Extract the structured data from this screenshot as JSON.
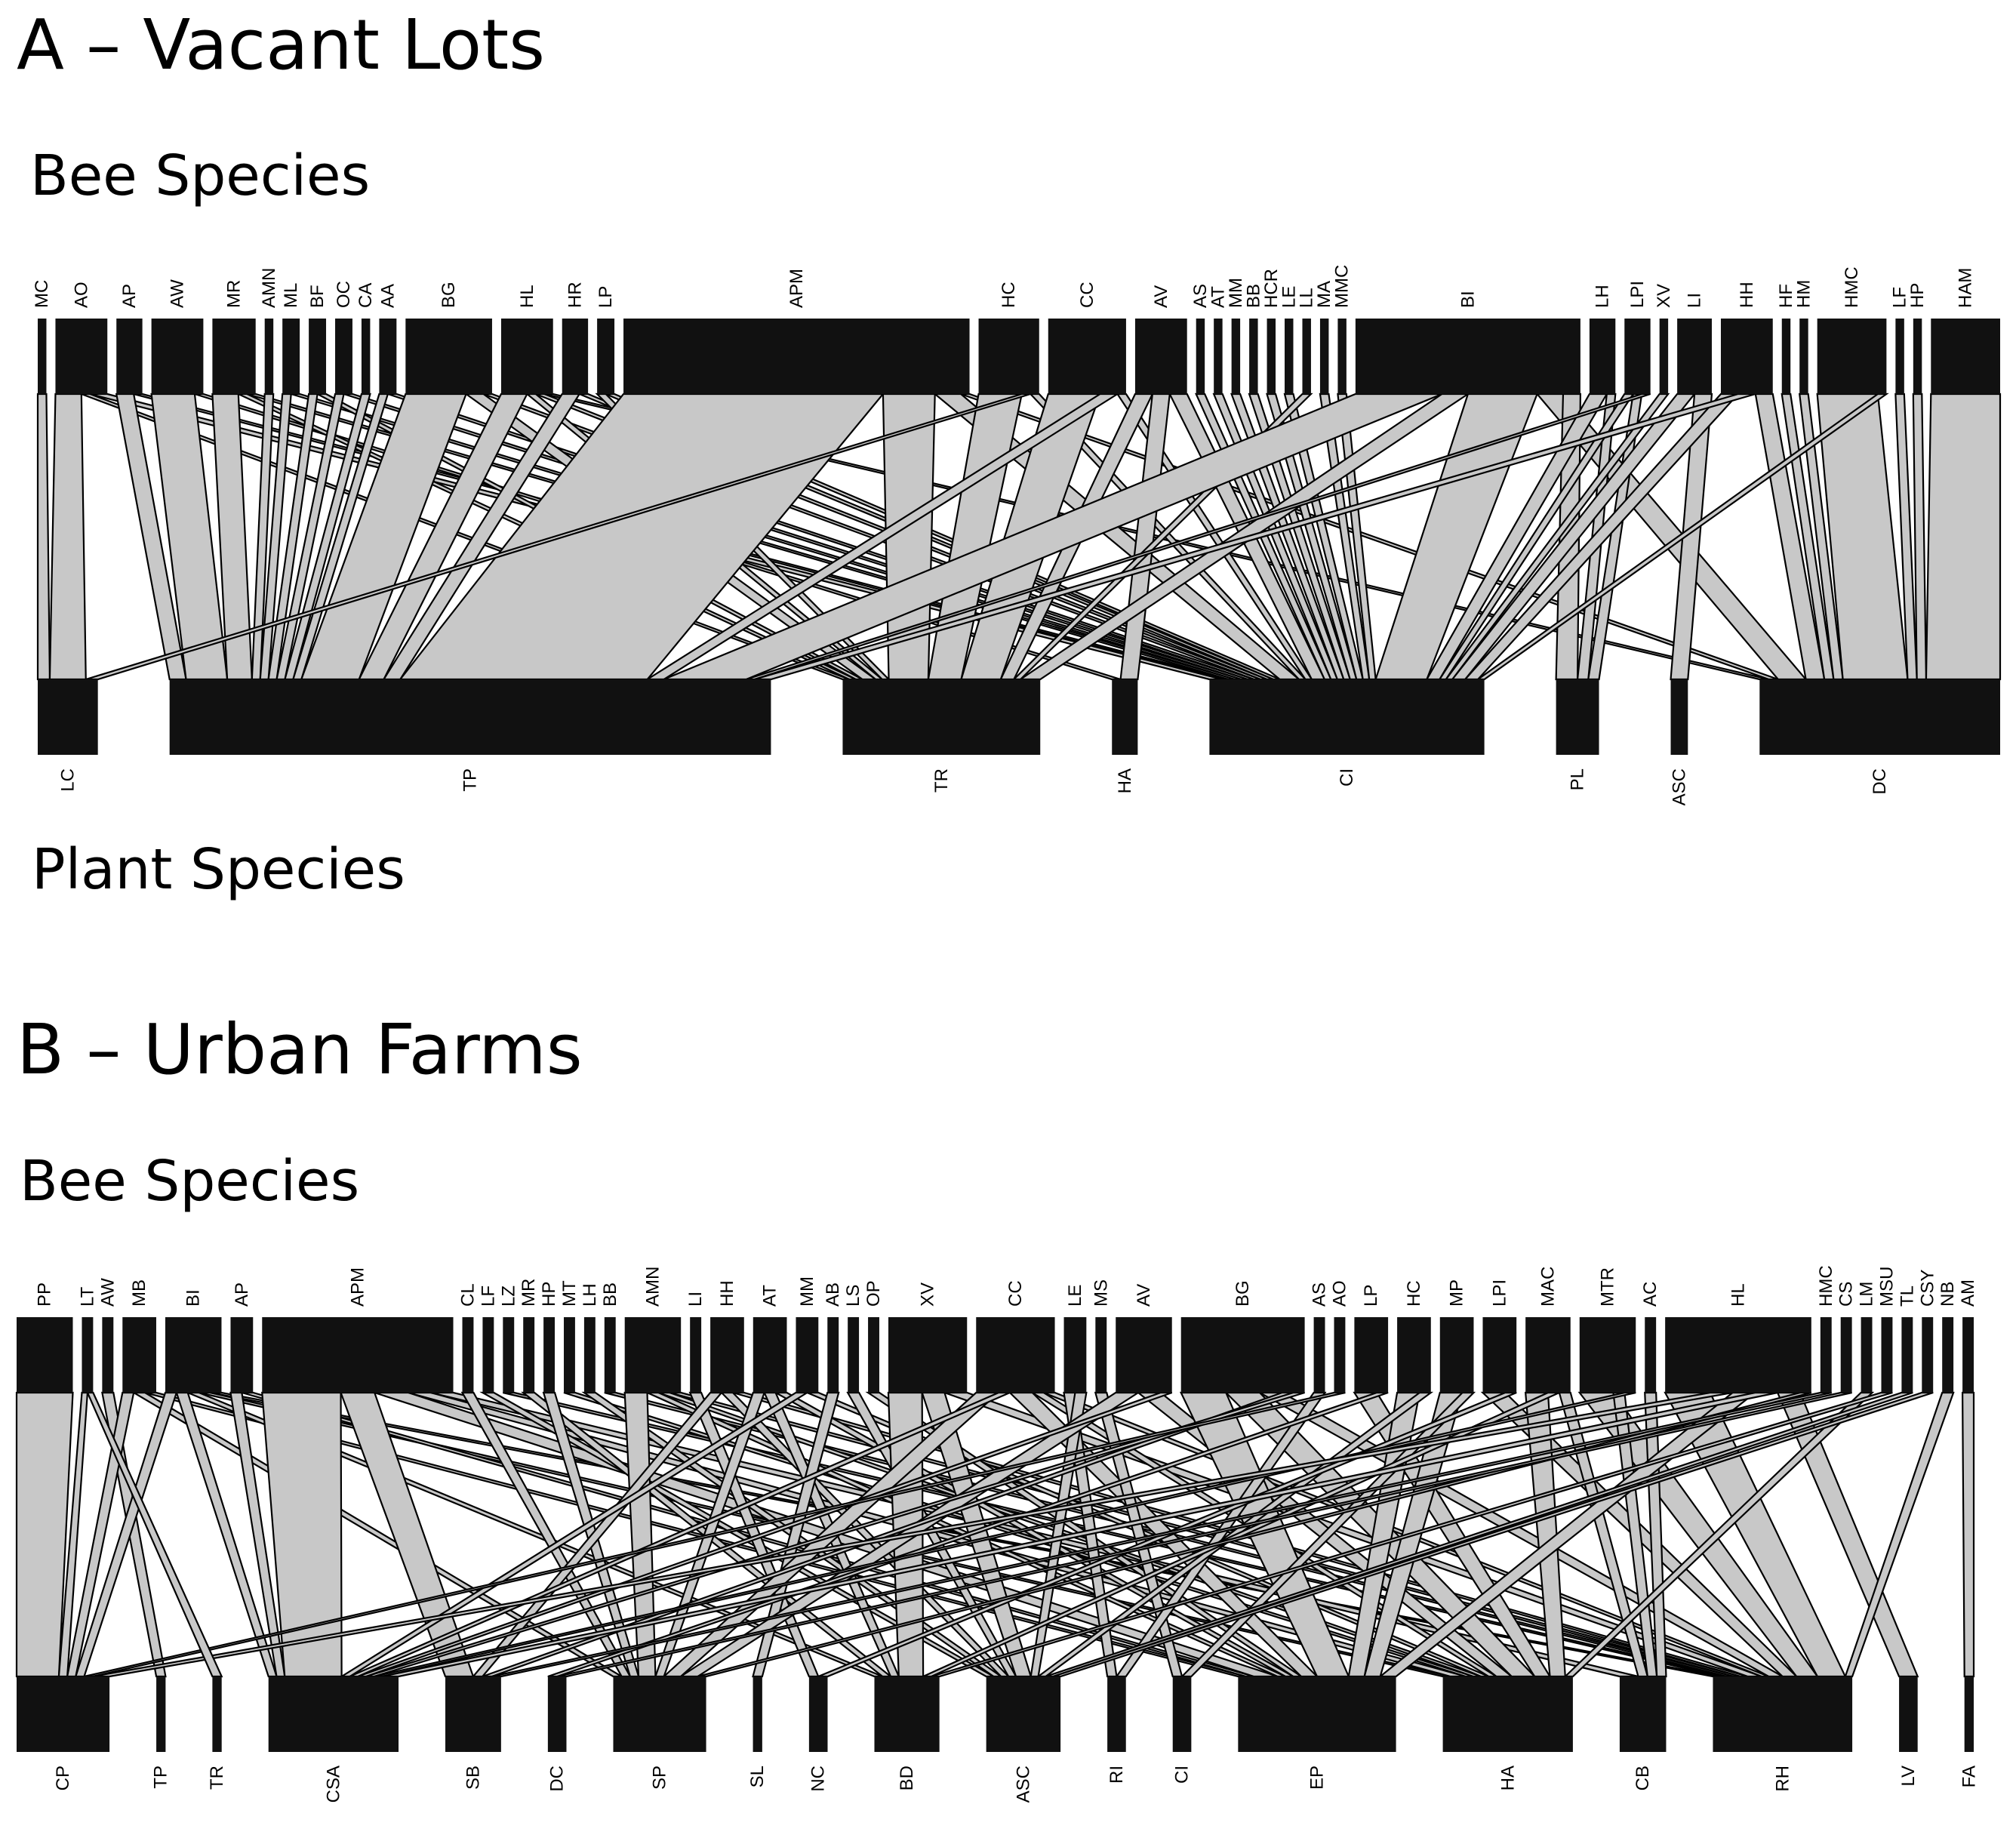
{
  "panels": {
    "a": {
      "title": "A – Vacant Lots",
      "upper_label": "Bee Species",
      "lower_label": "Plant Species"
    },
    "b": {
      "title": "B – Urban Farms",
      "upper_label": "Bee Species",
      "lower_label": ""
    }
  },
  "chart_data": [
    {
      "type": "bipartite-network",
      "title": "A – Vacant Lots",
      "upper_level": "Bee Species",
      "lower_level": "Plant Species",
      "bees": [
        {
          "code": "MC",
          "weight": 1
        },
        {
          "code": "AO",
          "weight": 6
        },
        {
          "code": "AP",
          "weight": 3
        },
        {
          "code": "AW",
          "weight": 6
        },
        {
          "code": "MR",
          "weight": 5
        },
        {
          "code": "AMN",
          "weight": 1
        },
        {
          "code": "ML",
          "weight": 2
        },
        {
          "code": "BF",
          "weight": 2
        },
        {
          "code": "OC",
          "weight": 2
        },
        {
          "code": "CA",
          "weight": 1
        },
        {
          "code": "AA",
          "weight": 2
        },
        {
          "code": "BG",
          "weight": 10
        },
        {
          "code": "HL",
          "weight": 6
        },
        {
          "code": "HR",
          "weight": 3
        },
        {
          "code": "LP",
          "weight": 2
        },
        {
          "code": "APM",
          "weight": 40
        },
        {
          "code": "HC",
          "weight": 7
        },
        {
          "code": "CC",
          "weight": 9
        },
        {
          "code": "AV",
          "weight": 6
        },
        {
          "code": "AS",
          "weight": 1
        },
        {
          "code": "AT",
          "weight": 1
        },
        {
          "code": "MM",
          "weight": 1
        },
        {
          "code": "BB",
          "weight": 1
        },
        {
          "code": "HCR",
          "weight": 1
        },
        {
          "code": "LE",
          "weight": 1
        },
        {
          "code": "LL",
          "weight": 1
        },
        {
          "code": "MA",
          "weight": 1
        },
        {
          "code": "MMC",
          "weight": 1
        },
        {
          "code": "BI",
          "weight": 26
        },
        {
          "code": "LH",
          "weight": 3
        },
        {
          "code": "LPI",
          "weight": 3
        },
        {
          "code": "XV",
          "weight": 1
        },
        {
          "code": "LI",
          "weight": 4
        },
        {
          "code": "HH",
          "weight": 6
        },
        {
          "code": "HF",
          "weight": 1
        },
        {
          "code": "HM",
          "weight": 1
        },
        {
          "code": "HMC",
          "weight": 8
        },
        {
          "code": "LF",
          "weight": 1
        },
        {
          "code": "HP",
          "weight": 1
        },
        {
          "code": "HAM",
          "weight": 8
        }
      ],
      "plants": [
        {
          "code": "LC",
          "weight": 7
        },
        {
          "code": "TP",
          "weight": 70
        },
        {
          "code": "TR",
          "weight": 23
        },
        {
          "code": "HA",
          "weight": 3
        },
        {
          "code": "CI",
          "weight": 32
        },
        {
          "code": "PL",
          "weight": 5
        },
        {
          "code": "ASC",
          "weight": 2
        },
        {
          "code": "DC",
          "weight": 28
        }
      ],
      "links": [
        [
          "MC",
          "LC",
          1
        ],
        [
          "AO",
          "LC",
          3
        ],
        [
          "AO",
          "TR",
          1
        ],
        [
          "AO",
          "CI",
          2
        ],
        [
          "AP",
          "TP",
          2
        ],
        [
          "AP",
          "CI",
          1
        ],
        [
          "AW",
          "TP",
          5
        ],
        [
          "AW",
          "HA",
          1
        ],
        [
          "MR",
          "TP",
          3
        ],
        [
          "MR",
          "TR",
          1
        ],
        [
          "MR",
          "CI",
          1
        ],
        [
          "AMN",
          "TP",
          1
        ],
        [
          "ML",
          "TP",
          1
        ],
        [
          "ML",
          "CI",
          1
        ],
        [
          "BF",
          "TP",
          1
        ],
        [
          "BF",
          "TR",
          1
        ],
        [
          "OC",
          "TP",
          1
        ],
        [
          "OC",
          "CI",
          1
        ],
        [
          "CA",
          "TP",
          1
        ],
        [
          "AA",
          "TP",
          1
        ],
        [
          "AA",
          "CI",
          1
        ],
        [
          "BG",
          "TP",
          7
        ],
        [
          "BG",
          "TR",
          2
        ],
        [
          "BG",
          "CI",
          1
        ],
        [
          "HL",
          "TP",
          3
        ],
        [
          "HL",
          "TR",
          1
        ],
        [
          "HL",
          "CI",
          1
        ],
        [
          "HL",
          "DC",
          1
        ],
        [
          "HR",
          "TP",
          2
        ],
        [
          "HR",
          "CI",
          1
        ],
        [
          "LP",
          "TR",
          1
        ],
        [
          "LP",
          "CI",
          1
        ],
        [
          "APM",
          "TP",
          30
        ],
        [
          "APM",
          "TR",
          6
        ],
        [
          "APM",
          "CI",
          3
        ],
        [
          "APM",
          "DC",
          1
        ],
        [
          "HC",
          "TR",
          5
        ],
        [
          "HC",
          "LC",
          1
        ],
        [
          "HC",
          "CI",
          1
        ],
        [
          "CC",
          "TR",
          6
        ],
        [
          "CC",
          "TP",
          2
        ],
        [
          "CC",
          "CI",
          1
        ],
        [
          "AV",
          "TR",
          2
        ],
        [
          "AV",
          "HA",
          2
        ],
        [
          "AV",
          "CI",
          2
        ],
        [
          "AS",
          "CI",
          1
        ],
        [
          "AT",
          "CI",
          1
        ],
        [
          "MM",
          "CI",
          1
        ],
        [
          "BB",
          "CI",
          1
        ],
        [
          "HCR",
          "CI",
          1
        ],
        [
          "LE",
          "CI",
          1
        ],
        [
          "LL",
          "TR",
          1
        ],
        [
          "MA",
          "CI",
          1
        ],
        [
          "MMC",
          "CI",
          1
        ],
        [
          "BI",
          "TP",
          10
        ],
        [
          "BI",
          "TR",
          3
        ],
        [
          "BI",
          "CI",
          8
        ],
        [
          "BI",
          "DC",
          3
        ],
        [
          "BI",
          "PL",
          2
        ],
        [
          "LH",
          "CI",
          2
        ],
        [
          "LH",
          "PL",
          1
        ],
        [
          "LPI",
          "CI",
          1
        ],
        [
          "LPI",
          "PL",
          1
        ],
        [
          "LPI",
          "TP",
          1
        ],
        [
          "XV",
          "CI",
          1
        ],
        [
          "LI",
          "CI",
          2
        ],
        [
          "LI",
          "ASC",
          2
        ],
        [
          "HH",
          "CI",
          2
        ],
        [
          "HH",
          "TP",
          2
        ],
        [
          "HH",
          "DC",
          2
        ],
        [
          "HF",
          "DC",
          1
        ],
        [
          "HM",
          "DC",
          1
        ],
        [
          "HMC",
          "DC",
          7
        ],
        [
          "HMC",
          "CI",
          1
        ],
        [
          "LF",
          "DC",
          1
        ],
        [
          "HP",
          "DC",
          1
        ],
        [
          "HAM",
          "DC",
          8
        ]
      ]
    },
    {
      "type": "bipartite-network",
      "title": "B – Urban Farms",
      "upper_level": "Bee Species",
      "lower_level": "",
      "bees": [
        {
          "code": "PP",
          "weight": 5
        },
        {
          "code": "LT",
          "weight": 1
        },
        {
          "code": "AW",
          "weight": 1
        },
        {
          "code": "MB",
          "weight": 3
        },
        {
          "code": "BI",
          "weight": 5
        },
        {
          "code": "AP",
          "weight": 2
        },
        {
          "code": "APM",
          "weight": 17
        },
        {
          "code": "CL",
          "weight": 1
        },
        {
          "code": "LF",
          "weight": 1
        },
        {
          "code": "LZ",
          "weight": 1
        },
        {
          "code": "MR",
          "weight": 1
        },
        {
          "code": "HP",
          "weight": 1
        },
        {
          "code": "MT",
          "weight": 1
        },
        {
          "code": "LH",
          "weight": 1
        },
        {
          "code": "BB",
          "weight": 1
        },
        {
          "code": "AMN",
          "weight": 5
        },
        {
          "code": "LI",
          "weight": 1
        },
        {
          "code": "HH",
          "weight": 3
        },
        {
          "code": "AT",
          "weight": 3
        },
        {
          "code": "MM",
          "weight": 2
        },
        {
          "code": "AB",
          "weight": 1
        },
        {
          "code": "LS",
          "weight": 1
        },
        {
          "code": "OP",
          "weight": 1
        },
        {
          "code": "XV",
          "weight": 7
        },
        {
          "code": "CC",
          "weight": 7
        },
        {
          "code": "LE",
          "weight": 2
        },
        {
          "code": "MS",
          "weight": 1
        },
        {
          "code": "AV",
          "weight": 5
        },
        {
          "code": "BG",
          "weight": 11
        },
        {
          "code": "AS",
          "weight": 1
        },
        {
          "code": "AO",
          "weight": 1
        },
        {
          "code": "LP",
          "weight": 3
        },
        {
          "code": "HC",
          "weight": 3
        },
        {
          "code": "MP",
          "weight": 3
        },
        {
          "code": "LPI",
          "weight": 3
        },
        {
          "code": "MAC",
          "weight": 4
        },
        {
          "code": "MTR",
          "weight": 5
        },
        {
          "code": "AC",
          "weight": 1
        },
        {
          "code": "HL",
          "weight": 13
        },
        {
          "code": "HMC",
          "weight": 1
        },
        {
          "code": "CS",
          "weight": 1
        },
        {
          "code": "LM",
          "weight": 1
        },
        {
          "code": "MSU",
          "weight": 1
        },
        {
          "code": "TL",
          "weight": 1
        },
        {
          "code": "CSY",
          "weight": 1
        },
        {
          "code": "NB",
          "weight": 1
        },
        {
          "code": "AM",
          "weight": 1
        }
      ],
      "plants": [
        {
          "code": "CP",
          "weight": 10
        },
        {
          "code": "TP",
          "weight": 1
        },
        {
          "code": "TR",
          "weight": 1
        },
        {
          "code": "CSA",
          "weight": 14
        },
        {
          "code": "SB",
          "weight": 6
        },
        {
          "code": "DC",
          "weight": 2
        },
        {
          "code": "SP",
          "weight": 10
        },
        {
          "code": "SL",
          "weight": 1
        },
        {
          "code": "NC",
          "weight": 2
        },
        {
          "code": "BD",
          "weight": 7
        },
        {
          "code": "ASC",
          "weight": 8
        },
        {
          "code": "RI",
          "weight": 2
        },
        {
          "code": "CI",
          "weight": 2
        },
        {
          "code": "EP",
          "weight": 17
        },
        {
          "code": "HA",
          "weight": 14
        },
        {
          "code": "CB",
          "weight": 5
        },
        {
          "code": "RH",
          "weight": 15
        },
        {
          "code": "LV",
          "weight": 2
        },
        {
          "code": "FA",
          "weight": 1
        }
      ],
      "links": [
        [
          "PP",
          "CP",
          5
        ],
        [
          "LT",
          "CP",
          1
        ],
        [
          "AW",
          "TP",
          1
        ],
        [
          "MB",
          "CP",
          1
        ],
        [
          "MB",
          "SP",
          1
        ],
        [
          "MB",
          "EP",
          1
        ],
        [
          "BI",
          "CP",
          1
        ],
        [
          "BI",
          "CSA",
          1
        ],
        [
          "BI",
          "BD",
          1
        ],
        [
          "BI",
          "HA",
          1
        ],
        [
          "BI",
          "RH",
          1
        ],
        [
          "AP",
          "CSA",
          1
        ],
        [
          "AP",
          "EP",
          1
        ],
        [
          "APM",
          "CSA",
          7
        ],
        [
          "APM",
          "SB",
          3
        ],
        [
          "APM",
          "EP",
          3
        ],
        [
          "APM",
          "HA",
          2
        ],
        [
          "APM",
          "CB",
          2
        ],
        [
          "CL",
          "SP",
          1
        ],
        [
          "LF",
          "ASC",
          1
        ],
        [
          "LZ",
          "RH",
          1
        ],
        [
          "MR",
          "BD",
          1
        ],
        [
          "HP",
          "SP",
          1
        ],
        [
          "MT",
          "HA",
          1
        ],
        [
          "LH",
          "ASC",
          1
        ],
        [
          "BB",
          "RH",
          1
        ],
        [
          "AMN",
          "SP",
          2
        ],
        [
          "AMN",
          "EP",
          1
        ],
        [
          "AMN",
          "HA",
          1
        ],
        [
          "AMN",
          "RH",
          1
        ],
        [
          "LI",
          "NC",
          1
        ],
        [
          "HH",
          "SB",
          1
        ],
        [
          "HH",
          "ASC",
          1
        ],
        [
          "HH",
          "RH",
          1
        ],
        [
          "AT",
          "SP",
          1
        ],
        [
          "AT",
          "BD",
          1
        ],
        [
          "AT",
          "EP",
          1
        ],
        [
          "MM",
          "CSA",
          1
        ],
        [
          "MM",
          "HA",
          1
        ],
        [
          "AB",
          "SL",
          1
        ],
        [
          "LS",
          "ASC",
          1
        ],
        [
          "OP",
          "EP",
          1
        ],
        [
          "XV",
          "BD",
          3
        ],
        [
          "XV",
          "ASC",
          2
        ],
        [
          "XV",
          "RH",
          2
        ],
        [
          "CC",
          "SP",
          2
        ],
        [
          "CC",
          "CSA",
          1
        ],
        [
          "CC",
          "EP",
          2
        ],
        [
          "CC",
          "HA",
          1
        ],
        [
          "CC",
          "RH",
          1
        ],
        [
          "LE",
          "RI",
          1
        ],
        [
          "LE",
          "ASC",
          1
        ],
        [
          "MS",
          "CI",
          1
        ],
        [
          "AV",
          "SP",
          2
        ],
        [
          "AV",
          "HA",
          2
        ],
        [
          "AV",
          "CSA",
          1
        ],
        [
          "BG",
          "EP",
          4
        ],
        [
          "BG",
          "HA",
          3
        ],
        [
          "BG",
          "RH",
          2
        ],
        [
          "BG",
          "SB",
          1
        ],
        [
          "BG",
          "CSA",
          1
        ],
        [
          "AS",
          "RI",
          1
        ],
        [
          "AO",
          "CP",
          1
        ],
        [
          "LP",
          "HA",
          2
        ],
        [
          "LP",
          "DC",
          1
        ],
        [
          "HC",
          "EP",
          2
        ],
        [
          "HC",
          "ASC",
          1
        ],
        [
          "MP",
          "EP",
          2
        ],
        [
          "MP",
          "CI",
          1
        ],
        [
          "LPI",
          "RH",
          2
        ],
        [
          "LPI",
          "NC",
          1
        ],
        [
          "MAC",
          "HA",
          2
        ],
        [
          "MAC",
          "BD",
          1
        ],
        [
          "MAC",
          "CB",
          1
        ],
        [
          "MTR",
          "RH",
          3
        ],
        [
          "MTR",
          "CB",
          1
        ],
        [
          "MTR",
          "CSA",
          1
        ],
        [
          "AC",
          "CB",
          1
        ],
        [
          "HL",
          "RH",
          4
        ],
        [
          "HL",
          "CP",
          2
        ],
        [
          "HL",
          "EP",
          2
        ],
        [
          "HL",
          "CSA",
          2
        ],
        [
          "HL",
          "LV",
          2
        ],
        [
          "HL",
          "SP",
          1
        ],
        [
          "HMC",
          "SB",
          1
        ],
        [
          "CS",
          "DC",
          1
        ],
        [
          "LM",
          "HA",
          1
        ],
        [
          "MSU",
          "BD",
          1
        ],
        [
          "TL",
          "ASC",
          1
        ],
        [
          "CSY",
          "ASC",
          1
        ],
        [
          "NB",
          "RH",
          1
        ],
        [
          "AM",
          "FA",
          1
        ],
        [
          "LT",
          "TR",
          1
        ]
      ]
    }
  ]
}
